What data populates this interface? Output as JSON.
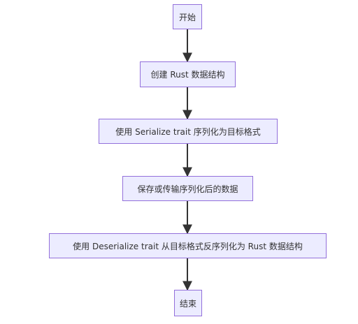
{
  "diagram": {
    "type": "flowchart",
    "direction": "top-down",
    "colors": {
      "node_fill": "#ECECFF",
      "node_border": "#9370DB",
      "text": "#333333",
      "edge": "#333333"
    },
    "nodes": [
      {
        "id": "start",
        "label": "开始"
      },
      {
        "id": "create",
        "label": "创建 Rust 数据结构"
      },
      {
        "id": "serialize",
        "label": "使用 Serialize trait 序列化为目标格式"
      },
      {
        "id": "save",
        "label": "保存或传输序列化后的数据"
      },
      {
        "id": "deserialize",
        "label": "使用 Deserialize trait 从目标格式反序列化为 Rust 数据结构"
      },
      {
        "id": "end",
        "label": "结束"
      }
    ],
    "edges": [
      {
        "from": "start",
        "to": "create"
      },
      {
        "from": "create",
        "to": "serialize"
      },
      {
        "from": "serialize",
        "to": "save"
      },
      {
        "from": "save",
        "to": "deserialize"
      },
      {
        "from": "deserialize",
        "to": "end"
      }
    ]
  }
}
